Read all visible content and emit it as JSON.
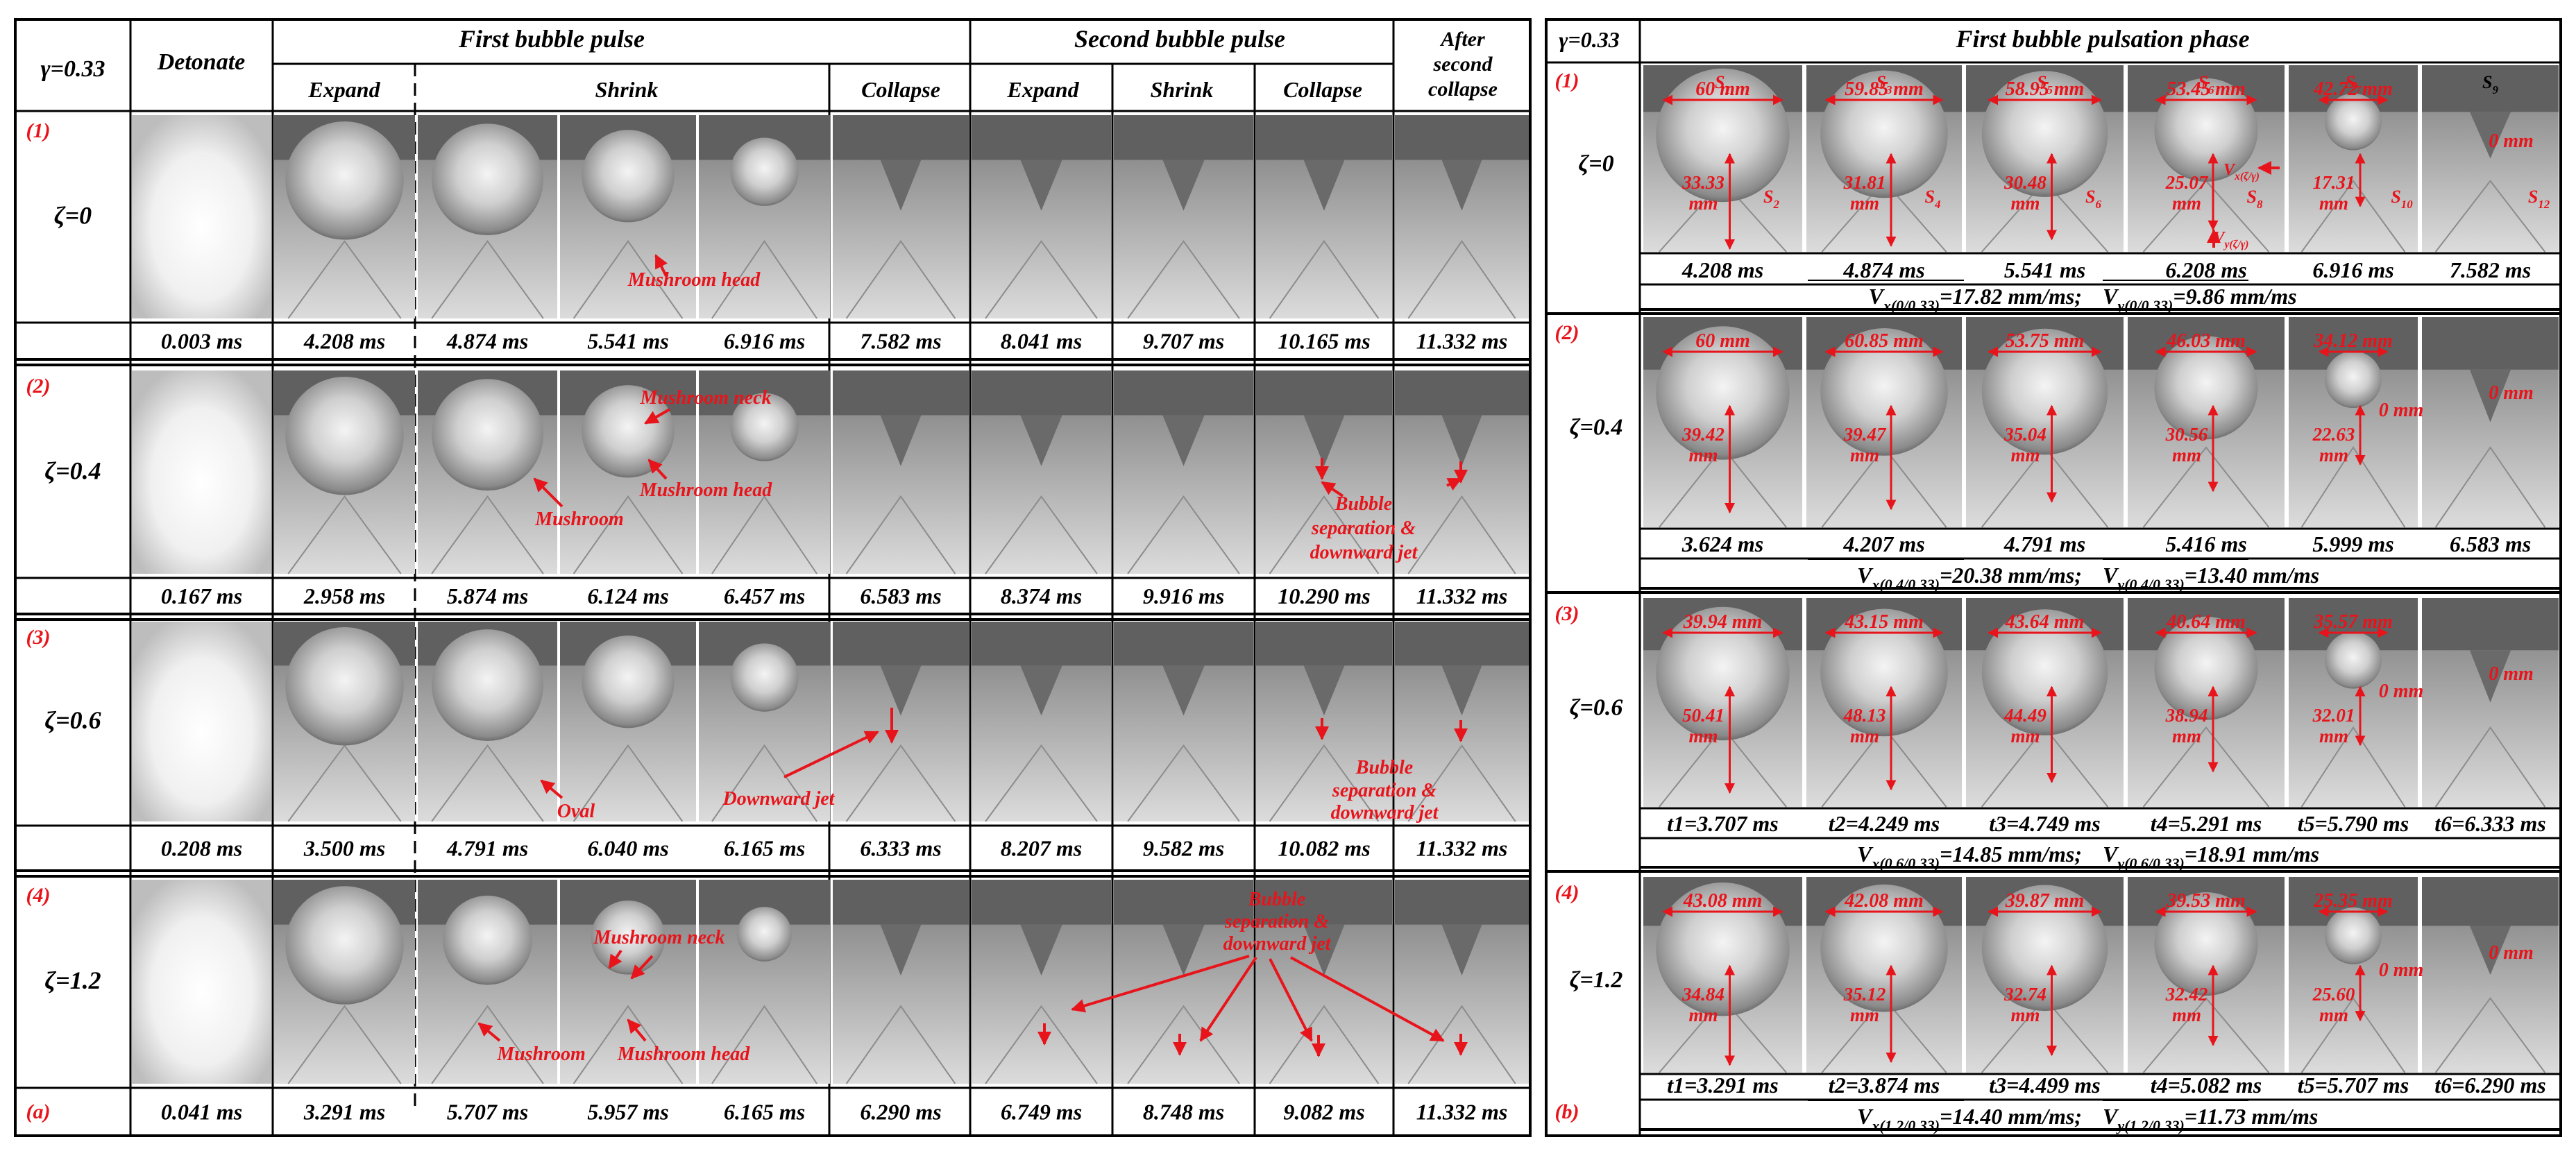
{
  "colors": {
    "annotation": "#e8141b",
    "text": "#000000",
    "frame_bg": "#a8a8a8",
    "plate": "#606060",
    "water": "#d9d9d9"
  },
  "panel_a": {
    "gamma": "γ=0.33",
    "headers": {
      "detonate": "Detonate",
      "first_pulse": "First bubble pulse",
      "second_pulse": "Second bubble pulse",
      "after": [
        "After",
        "second",
        "collapse"
      ],
      "sub": [
        "Expand",
        "Shrink",
        "Collapse",
        "Expand",
        "Shrink",
        "Collapse"
      ]
    },
    "rows": [
      {
        "num": "(1)",
        "zeta": "ζ=0",
        "times": [
          "0.003 ms",
          "4.208 ms",
          "4.874 ms",
          "5.541 ms",
          "6.916 ms",
          "7.582 ms",
          "8.041 ms",
          "9.707 ms",
          "10.165 ms",
          "11.332 ms"
        ],
        "annotations": [
          {
            "text": "Mushroom head"
          }
        ]
      },
      {
        "num": "(2)",
        "zeta": "ζ=0.4",
        "times": [
          "0.167 ms",
          "2.958 ms",
          "5.874 ms",
          "6.124 ms",
          "6.457 ms",
          "6.583 ms",
          "8.374 ms",
          "9.916 ms",
          "10.290 ms",
          "11.332 ms"
        ],
        "annotations": [
          {
            "text": "Mushroom neck"
          },
          {
            "text": "Mushroom head"
          },
          {
            "text": "Mushroom"
          },
          {
            "text": "Bubble"
          },
          {
            "text": "separation &"
          },
          {
            "text": "downward jet"
          }
        ]
      },
      {
        "num": "(3)",
        "zeta": "ζ=0.6",
        "times": [
          "0.208 ms",
          "3.500 ms",
          "4.791 ms",
          "6.040 ms",
          "6.165 ms",
          "6.333 ms",
          "8.207 ms",
          "9.582 ms",
          "10.082 ms",
          "11.332 ms"
        ],
        "annotations": [
          {
            "text": "Oval"
          },
          {
            "text": "Downward jet"
          },
          {
            "text": "Bubble"
          },
          {
            "text": "separation &"
          },
          {
            "text": "downward jet"
          }
        ]
      },
      {
        "num": "(4)",
        "zeta": "ζ=1.2",
        "times": [
          "0.041 ms",
          "3.291 ms",
          "5.707 ms",
          "5.957 ms",
          "6.165 ms",
          "6.290 ms",
          "6.749 ms",
          "8.748 ms",
          "9.082 ms",
          "11.332 ms"
        ],
        "annotations": [
          {
            "text": "Mushroom neck"
          },
          {
            "text": "Mushroom"
          },
          {
            "text": "Mushroom head"
          },
          {
            "text": "Bubble"
          },
          {
            "text": "separation &"
          },
          {
            "text": "downward jet"
          }
        ]
      }
    ],
    "tag": "(a)"
  },
  "panel_b": {
    "gamma": "γ=0.33",
    "header": "First bubble pulsation phase",
    "rows": [
      {
        "num": "(1)",
        "zeta": "ζ=0",
        "widths": [
          "60 mm",
          "59.85 mm",
          "58.95 mm",
          "53.45 mm",
          "42.72 mm",
          "0 mm"
        ],
        "heights": [
          [
            "33.33",
            "mm"
          ],
          [
            "31.81",
            "mm"
          ],
          [
            "30.48",
            "mm"
          ],
          [
            "25.07",
            "mm"
          ],
          [
            "17.31",
            "mm"
          ]
        ],
        "s_top": [
          "S1",
          "S3",
          "S5",
          "S6",
          "S7",
          "S9"
        ],
        "s_side": [
          "S2",
          "S4",
          "S6",
          "S8",
          "S10",
          "S12"
        ],
        "vx_label": "Vx(ζ/γ)",
        "vy_label": "Vy(ζ/γ)",
        "times": [
          "4.208 ms",
          "4.874 ms",
          "5.541 ms",
          "6.208 ms",
          "6.916 ms",
          "7.582 ms"
        ],
        "velocity": {
          "vx_sym": "Vx(0/0.33)",
          "vx_val": "=17.82 mm/ms;",
          "vy_sym": "Vy(0/0.33)",
          "vy_val": "=9.86 mm/ms"
        }
      },
      {
        "num": "(2)",
        "zeta": "ζ=0.4",
        "widths": [
          "60 mm",
          "60.85 mm",
          "53.75 mm",
          "46.03 mm",
          "34.12 mm",
          "0 mm"
        ],
        "extra_zero": "0 mm",
        "heights": [
          [
            "39.42",
            "mm"
          ],
          [
            "39.47",
            "mm"
          ],
          [
            "35.04",
            "mm"
          ],
          [
            "30.56",
            "mm"
          ],
          [
            "22.63",
            "mm"
          ]
        ],
        "times": [
          "3.624 ms",
          "4.207 ms",
          "4.791 ms",
          "5.416 ms",
          "5.999 ms",
          "6.583 ms"
        ],
        "velocity": {
          "vx_sym": "Vx(0.4/0.33)",
          "vx_val": "=20.38 mm/ms;",
          "vy_sym": "Vy(0.4/0.33)",
          "vy_val": "=13.40 mm/ms"
        }
      },
      {
        "num": "(3)",
        "zeta": "ζ=0.6",
        "widths": [
          "39.94 mm",
          "43.15 mm",
          "43.64 mm",
          "40.64 mm",
          "35.57 mm",
          "0 mm"
        ],
        "extra_zero": "0 mm",
        "heights": [
          [
            "50.41",
            "mm"
          ],
          [
            "48.13",
            "mm"
          ],
          [
            "44.49",
            "mm"
          ],
          [
            "38.94",
            "mm"
          ],
          [
            "32.01",
            "mm"
          ]
        ],
        "times": [
          "t1=3.707 ms",
          "t2=4.249 ms",
          "t3=4.749 ms",
          "t4=5.291 ms",
          "t5=5.790 ms",
          "t6=6.333 ms"
        ],
        "velocity": {
          "vx_sym": "Vx(0.6/0.33)",
          "vx_val": "=14.85 mm/ms;",
          "vy_sym": "Vy(0.6/0.33)",
          "vy_val": "=18.91 mm/ms"
        }
      },
      {
        "num": "(4)",
        "zeta": "ζ=1.2",
        "widths": [
          "43.08 mm",
          "42.08 mm",
          "39.87 mm",
          "39.53 mm",
          "25.35 mm",
          "0 mm"
        ],
        "extra_zero": "0 mm",
        "heights": [
          [
            "34.84",
            "mm"
          ],
          [
            "35.12",
            "mm"
          ],
          [
            "32.74",
            "mm"
          ],
          [
            "32.42",
            "mm"
          ],
          [
            "25.60",
            "mm"
          ]
        ],
        "times": [
          "t1=3.291 ms",
          "t2=3.874 ms",
          "t3=4.499 ms",
          "t4=5.082 ms",
          "t5=5.707 ms",
          "t6=6.290 ms"
        ],
        "velocity": {
          "vx_sym": "Vx(1.2/0.33)",
          "vx_val": "=14.40 mm/ms;",
          "vy_sym": "Vy(1.2/0.33)",
          "vy_val": "=11.73 mm/ms"
        }
      }
    ],
    "tag": "(b)"
  }
}
